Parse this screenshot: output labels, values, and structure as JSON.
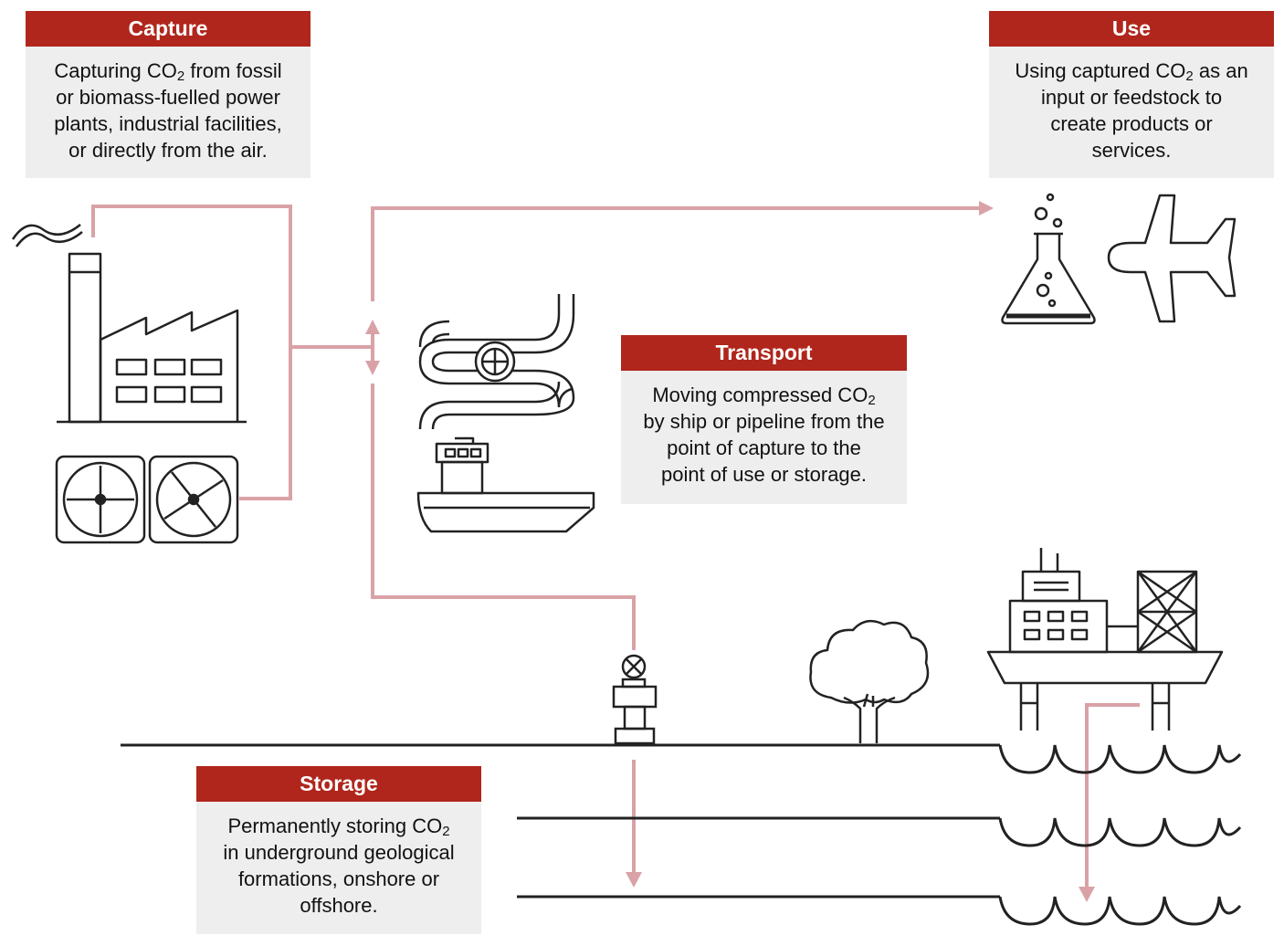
{
  "colors": {
    "header_bg": "#b0261c",
    "card_bg": "#eeeeee",
    "flow_line": "#d9a2a7",
    "icon_stroke": "#222222"
  },
  "capture": {
    "title": "Capture",
    "line1_pre": "Capturing CO",
    "line1_sub": "2",
    "line1_post": " from fossil",
    "line2": "or biomass-fuelled power",
    "line3": "plants, industrial facilities,",
    "line4": "or directly from the air."
  },
  "use": {
    "title": "Use",
    "line1_pre": "Using captured CO",
    "line1_sub": "2",
    "line1_post": " as an",
    "line2": "input or feedstock to",
    "line3": "create products or",
    "line4": "services."
  },
  "transport": {
    "title": "Transport",
    "line1_pre": "Moving compressed CO",
    "line1_sub": "2",
    "line2": "by ship or pipeline from the",
    "line3": "point of capture to the",
    "line4": "point of use or storage."
  },
  "storage": {
    "title": "Storage",
    "line1_pre": "Permanently storing CO",
    "line1_sub": "2",
    "line2": "in underground geological",
    "line3": "formations, onshore or",
    "line4": "offshore."
  },
  "icons": [
    "factory-icon",
    "direct-air-capture-fans-icon",
    "pipeline-icon",
    "ship-icon",
    "flask-icon",
    "airplane-icon",
    "wellhead-valve-icon",
    "tree-icon",
    "offshore-platform-icon"
  ]
}
